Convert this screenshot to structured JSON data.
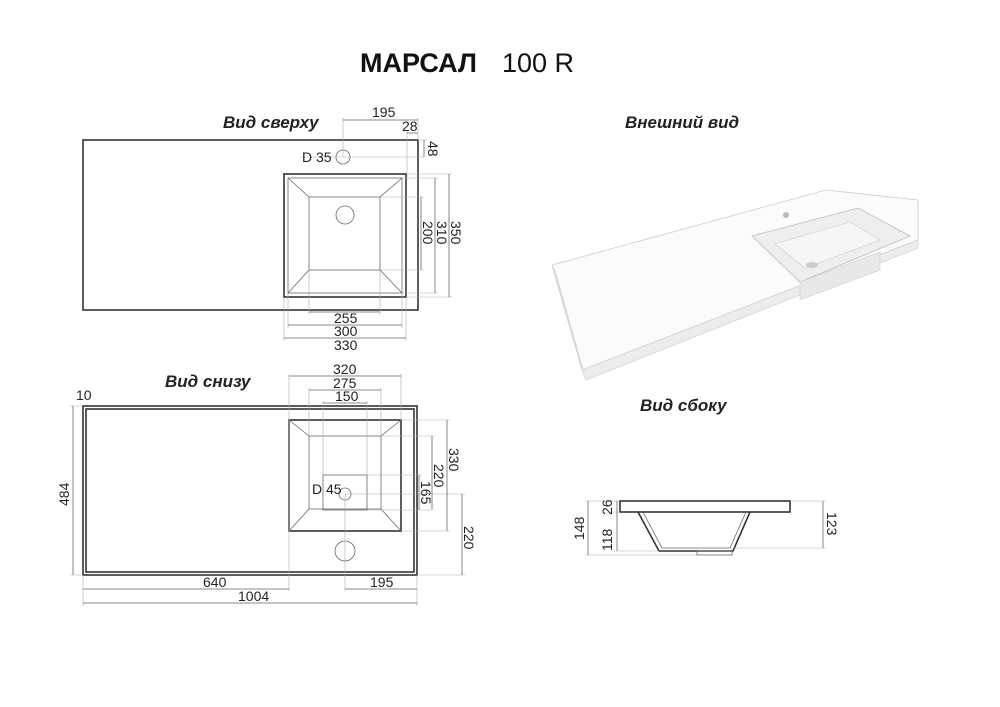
{
  "title": {
    "model": "МАРСАЛ",
    "size": "100 R"
  },
  "views": {
    "top": {
      "label": "Вид сверху",
      "dims": {
        "d_tap": "D 35",
        "w195": "195",
        "w28": "28",
        "h48": "48",
        "h350": "350",
        "h310": "310",
        "h200": "200",
        "w255": "255",
        "w300": "300",
        "w330": "330"
      }
    },
    "external": {
      "label": "Внешний вид"
    },
    "bottom": {
      "label": "Вид снизу",
      "dims": {
        "t10": "10",
        "w320": "320",
        "w275": "275",
        "w150": "150",
        "h484": "484",
        "h330": "330",
        "h220a": "220",
        "h165": "165",
        "h220b": "220",
        "d_drain": "D 45",
        "w640": "640",
        "w195": "195",
        "w1004": "1004"
      }
    },
    "side": {
      "label": "Вид сбоку",
      "dims": {
        "h148": "148",
        "h26": "26",
        "h118": "118",
        "h123": "123"
      }
    }
  }
}
